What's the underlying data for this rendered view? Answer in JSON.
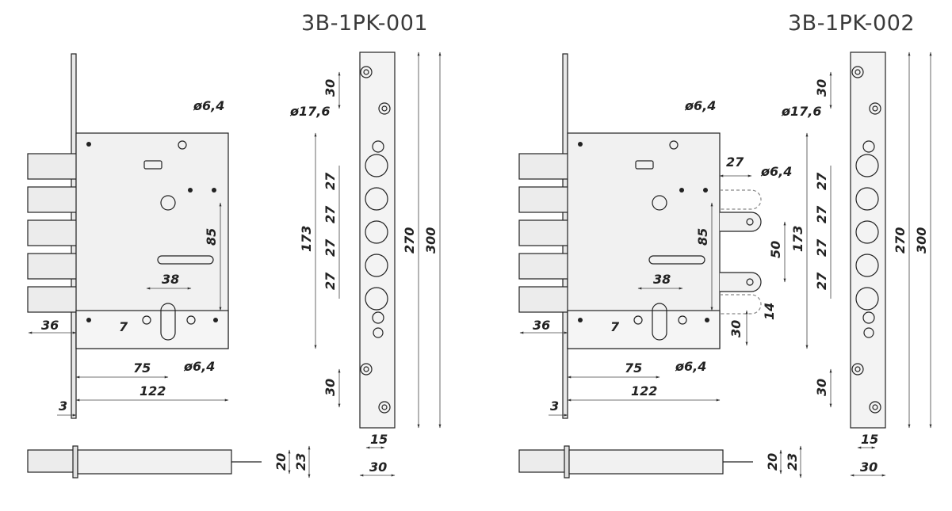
{
  "models": [
    {
      "title": "3B-1PK-001",
      "dims": {
        "hole_small": "ø6,4",
        "hole_cyl": "ø6,4",
        "hole_large": "ø17,6",
        "bolt_offset": "36",
        "backset": "75",
        "body_width": "122",
        "faceplate_thickness": "3",
        "hole_offset": "7",
        "spindle_spacing": "38",
        "centre_distance": "85",
        "body_height": "173",
        "faceplate_length": "270",
        "strike_length": "300",
        "bolt_pitch_1": "27",
        "bolt_pitch_2": "27",
        "bolt_pitch_3": "27",
        "bolt_pitch_4": "27",
        "screw_top": "30",
        "screw_bottom": "30",
        "strike_inner": "15",
        "strike_width": "30",
        "side_a": "20",
        "side_b": "23"
      }
    },
    {
      "title": "3B-1PK-002",
      "dims": {
        "hole_small": "ø6,4",
        "hole_cyl": "ø6,4",
        "hole_large": "ø17,6",
        "bolt_offset": "36",
        "backset": "75",
        "body_width": "122",
        "faceplate_thickness": "3",
        "hole_offset": "7",
        "spindle_spacing": "38",
        "centre_distance": "85",
        "body_height": "173",
        "faceplate_length": "270",
        "strike_length": "300",
        "bolt_pitch_1": "27",
        "bolt_pitch_2": "27",
        "bolt_pitch_3": "27",
        "bolt_pitch_4": "27",
        "screw_top": "30",
        "screw_bottom": "30",
        "strike_inner": "15",
        "strike_width": "30",
        "side_a": "20",
        "side_b": "23",
        "hook_offset": "27",
        "hook_hole": "ø6,4",
        "hook_spacing": "50",
        "hook_bottom": "30",
        "hook_small": "14"
      }
    }
  ]
}
